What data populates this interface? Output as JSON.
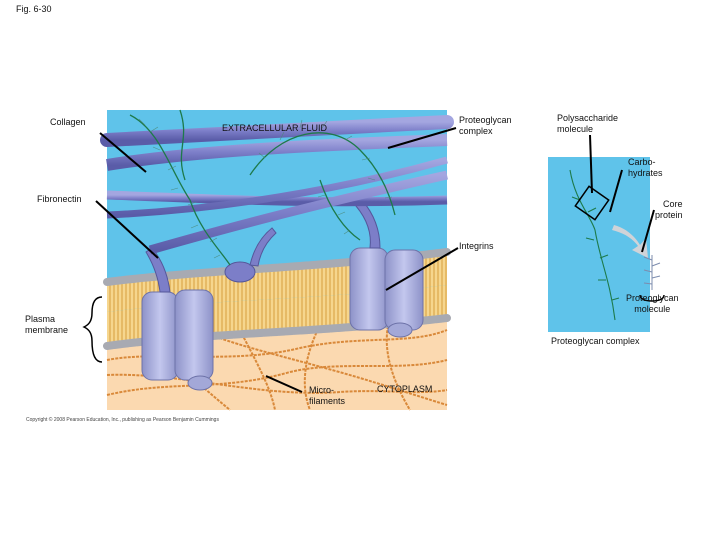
{
  "figure_label": "Fig. 6-30",
  "labels": {
    "collagen": "Collagen",
    "ecf": "EXTRACELLULAR FLUID",
    "proteoglycan_complex": "Proteoglycan\ncomplex",
    "polysaccharide": "Polysaccharide\nmolecule",
    "carbohydrates": "Carbo-\nhydrates",
    "fibronectin": "Fibronectin",
    "core_protein": "Core\nprotein",
    "integrins": "Integrins",
    "proteoglycan_molecule": "Proteoglycan\nmolecule",
    "plasma_membrane": "Plasma\nmembrane",
    "proteoglycan_complex_inset": "Proteoglycan complex",
    "microfilaments": "Micro-\nfilaments",
    "cytoplasm": "CYTOPLASM"
  },
  "copyright": "Copyright © 2008 Pearson Education, Inc., publishing as Pearson Benjamin Cummings",
  "colors": {
    "ecf_blue": "#5fc3ea",
    "cytoplasm": "#fbd9b0",
    "collagen": "#7d7fc6",
    "lipid_head": "#a8aab2",
    "lipid_tail": "#e7b85a",
    "integrin": "#a3a8d8",
    "microfilament": "#d9893a",
    "proteoglycan": "#2a8a5a"
  }
}
